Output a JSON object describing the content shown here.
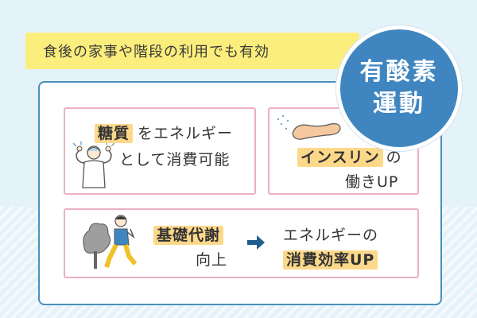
{
  "banner": {
    "text": "食後の家事や階段の利用でも有効"
  },
  "badge": {
    "line1": "有酸素",
    "line2": "運動"
  },
  "card1": {
    "highlight": "糖質",
    "line1_rest": "をエネルギー",
    "line2": "として消費可能"
  },
  "card2": {
    "highlight": "インスリン",
    "line1_rest": "の",
    "line2": "働きUP"
  },
  "card3": {
    "left_highlight": "基礎代謝",
    "left_line2": "向上",
    "right_line1": "エネルギーの",
    "right_highlight": "消費効率UP"
  },
  "icons": {
    "card1": "strong-man-icon",
    "card2": "pancreas-icon",
    "card3": "walking-man-icon",
    "arrow": "arrow-right-icon"
  },
  "colors": {
    "background": "#e4f2f9",
    "banner": "#fbee7c",
    "panel_border": "#4a8fbb",
    "card_border": "#eab1c1",
    "highlight": "#fcd98a",
    "badge": "#3f86c0"
  }
}
